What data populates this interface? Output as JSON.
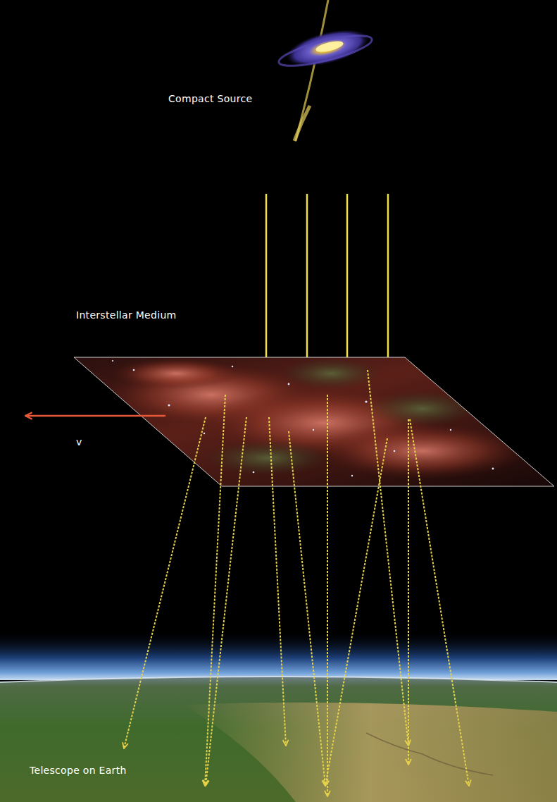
{
  "diagram": {
    "labels": [
      "Compact Source",
      "Interstellar Medium",
      "v",
      "Telescope on Earth"
    ]
  }
}
